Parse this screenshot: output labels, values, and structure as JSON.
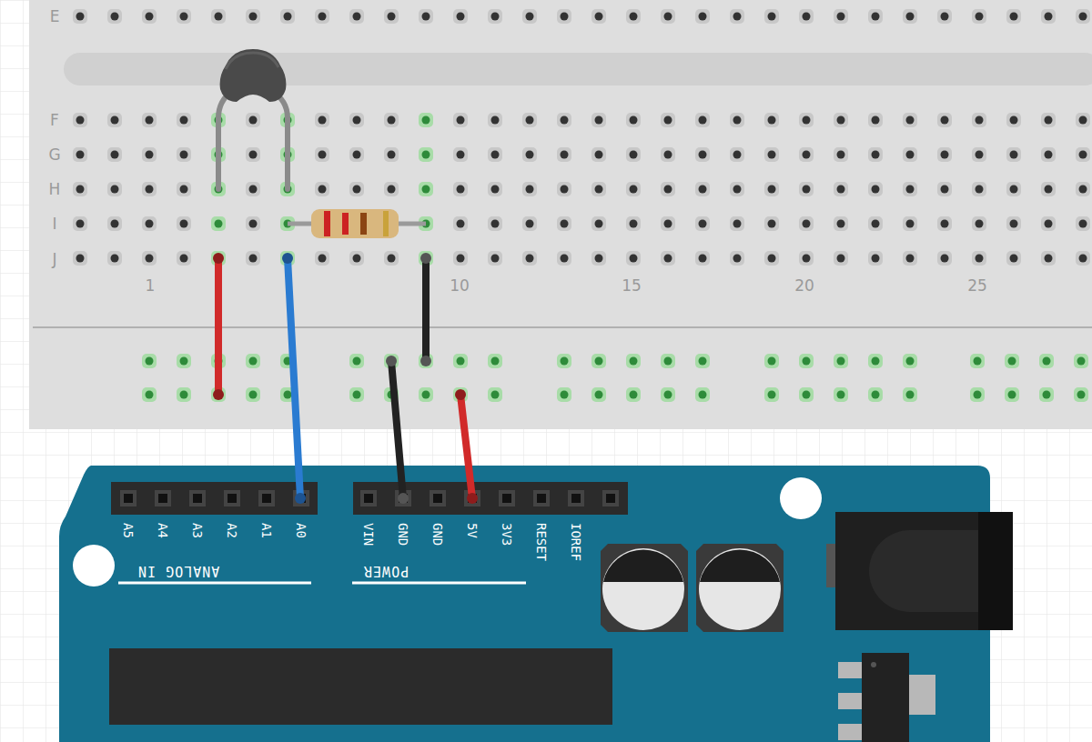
{
  "diagram": {
    "labels": [
      "E",
      "F",
      "G",
      "H",
      "I",
      "J",
      "1",
      "10",
      "15",
      "20",
      "25",
      "A5",
      "A4",
      "A3",
      "A2",
      "A1",
      "A0",
      "VIN",
      "GND",
      "GND",
      "5V",
      "3V3",
      "RESET",
      "IOREF",
      "ANALOG IN",
      "POWER"
    ]
  }
}
